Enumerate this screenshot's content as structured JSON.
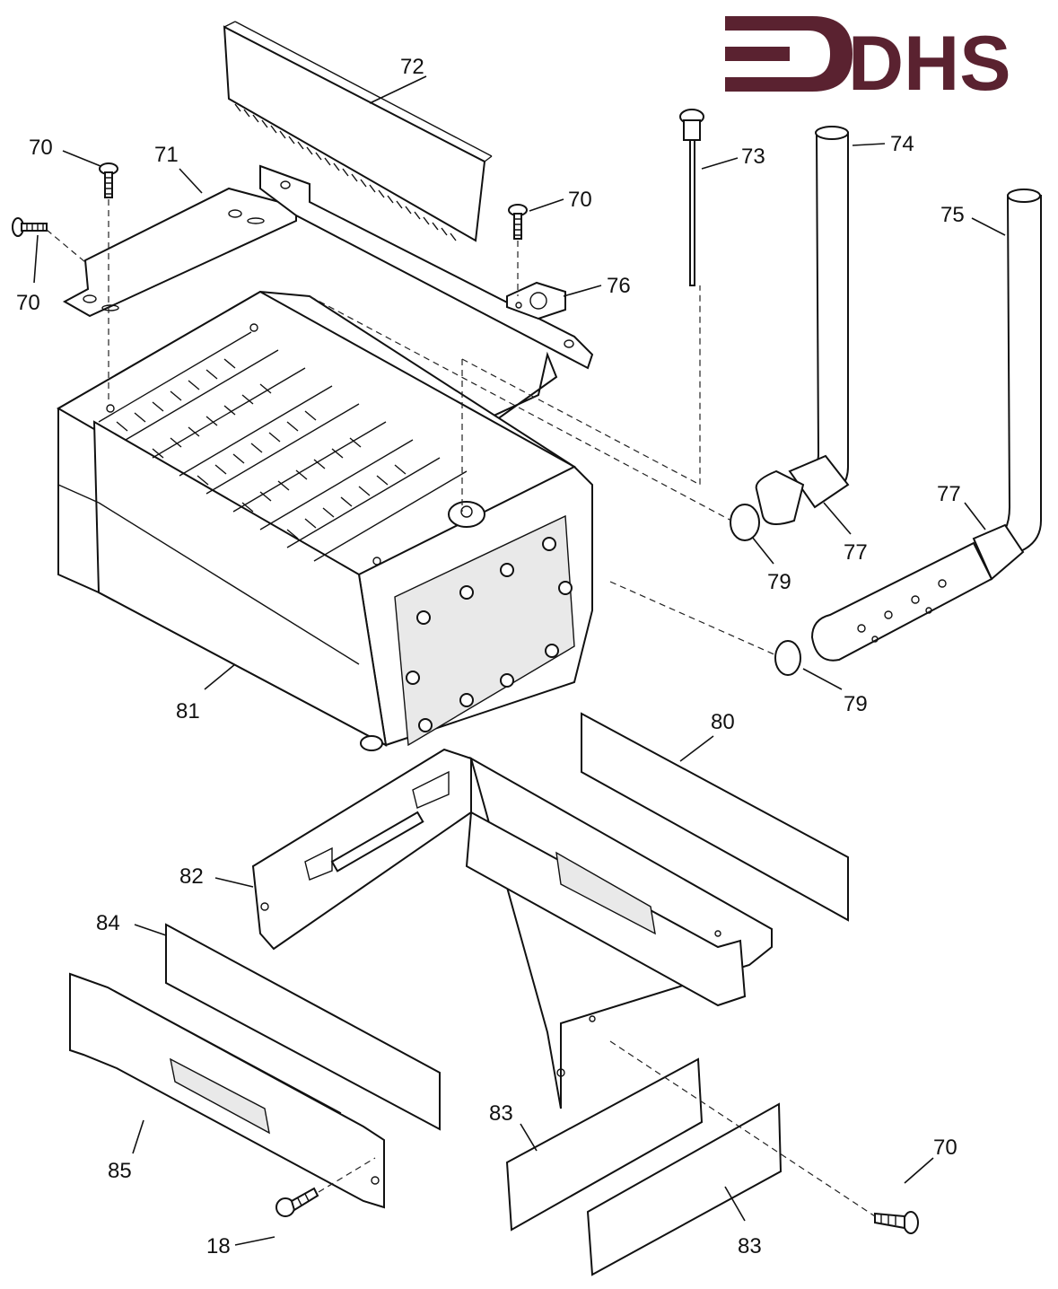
{
  "logo": {
    "text": "DHS",
    "color": "#5a2230"
  },
  "callouts": [
    {
      "id": "c72",
      "label": "72"
    },
    {
      "id": "c70a",
      "label": "70"
    },
    {
      "id": "c71",
      "label": "71"
    },
    {
      "id": "c70b",
      "label": "70"
    },
    {
      "id": "c70c",
      "label": "70"
    },
    {
      "id": "c73",
      "label": "73"
    },
    {
      "id": "c74",
      "label": "74"
    },
    {
      "id": "c75",
      "label": "75"
    },
    {
      "id": "c76",
      "label": "76"
    },
    {
      "id": "c77a",
      "label": "77"
    },
    {
      "id": "c77b",
      "label": "77"
    },
    {
      "id": "c79a",
      "label": "79"
    },
    {
      "id": "c79b",
      "label": "79"
    },
    {
      "id": "c81",
      "label": "81"
    },
    {
      "id": "c80",
      "label": "80"
    },
    {
      "id": "c82",
      "label": "82"
    },
    {
      "id": "c84",
      "label": "84"
    },
    {
      "id": "c85",
      "label": "85"
    },
    {
      "id": "c83a",
      "label": "83"
    },
    {
      "id": "c83b",
      "label": "83"
    },
    {
      "id": "c70d",
      "label": "70"
    },
    {
      "id": "c18",
      "label": "18"
    }
  ]
}
